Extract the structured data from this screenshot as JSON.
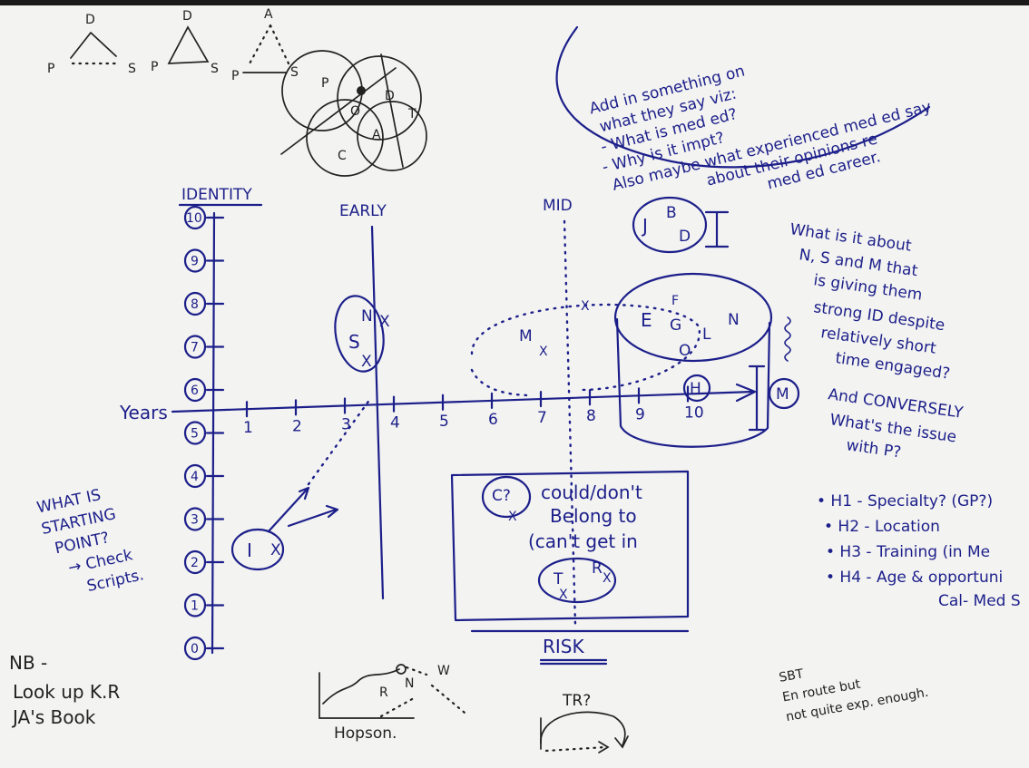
{
  "axis": {
    "y_label": "IDENTITY",
    "x_label": "Years",
    "y_ticks": [
      "10",
      "9",
      "8",
      "7",
      "6",
      "5",
      "4",
      "3",
      "2",
      "1",
      "0"
    ],
    "x_ticks": [
      "1",
      "2",
      "3",
      "4",
      "5",
      "6",
      "7",
      "8",
      "9",
      "10"
    ],
    "phase_early": "EARLY",
    "phase_mid": "MID",
    "risk_label": "RISK"
  },
  "triangles": {
    "t1": {
      "top": "D",
      "left": "P",
      "right": "S",
      "base_dots": "....."
    },
    "t2": {
      "top": "D",
      "left": "P",
      "right": "S"
    },
    "t3": {
      "top": "A",
      "left": "P",
      "right": "S"
    }
  },
  "venn": {
    "labels": [
      "P",
      "D",
      "C",
      "T",
      "A",
      "O"
    ]
  },
  "top_note": {
    "lines": [
      "Add in something on",
      "what they say viz:",
      "- What is med ed?",
      "- Why is it impt?",
      "Also maybe what experienced med ed say",
      "about their opinions re",
      "med ed career."
    ]
  },
  "clusters": {
    "early": {
      "letters": [
        "N",
        "S",
        "X",
        "X"
      ]
    },
    "jbd": {
      "letters": [
        "J",
        "B",
        "D"
      ]
    },
    "mid": {
      "letters": [
        "M",
        "X",
        "X"
      ]
    },
    "late": {
      "letters": [
        "E",
        "F",
        "G",
        "L",
        "N",
        "O"
      ]
    },
    "h_circle": "H",
    "m_circle": "M",
    "start": {
      "letter": "I",
      "mark": "X"
    },
    "box": {
      "c_letter": "C?",
      "c_mark": "X",
      "lines": [
        "could/don't",
        "Belong to",
        "(can't get in"
      ],
      "inner_letters": [
        "T",
        "R",
        "X",
        "X"
      ]
    }
  },
  "right_note": {
    "lines": [
      "What is it about",
      "N, S and M that",
      "is giving them",
      "strong ID despite",
      "relatively short",
      "time engaged?",
      "And CONVERSELY",
      "What's the issue",
      "with P?"
    ]
  },
  "hypotheses": [
    "• H1 - Specialty? (GP?)",
    "• H2 - Location",
    "• H3 - Training (in Me",
    "• H4 - Age & opportuni",
    "Cal- Med S"
  ],
  "left_note": {
    "lines": [
      "WHAT IS",
      "STARTING",
      "POINT?",
      "→ Check",
      "Scripts."
    ]
  },
  "nb_note": {
    "lines": [
      "NB -",
      "Look up K.R",
      "JA's Book"
    ]
  },
  "sbt_note": {
    "lines": [
      "SBT",
      "En route but",
      "not quite exp. enough."
    ]
  },
  "bottom": {
    "hopson_label": "Hopson.",
    "hopson_letters": [
      "R",
      "N",
      "W"
    ],
    "tr_label": "TR?"
  },
  "colors": {
    "paper": "#f3f3f1",
    "ink": "#1c1f8a",
    "pencil": "#222222"
  }
}
